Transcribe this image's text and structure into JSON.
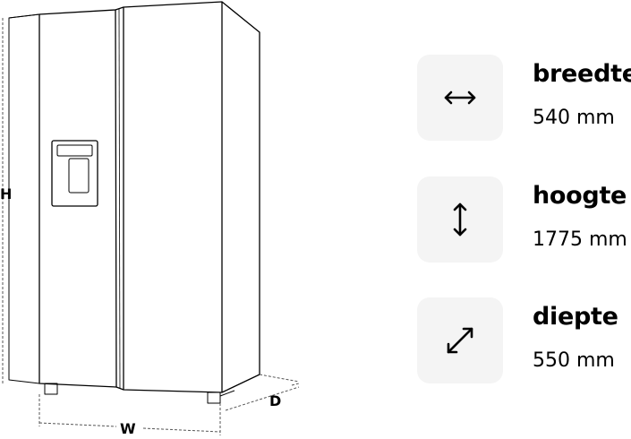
{
  "drawing": {
    "height_label": "H",
    "width_label": "W",
    "depth_label": "D"
  },
  "specs": [
    {
      "label": "breedte",
      "value": "540 mm",
      "icon": "horizontal-arrow-icon"
    },
    {
      "label": "hoogte",
      "value": "1775 mm",
      "icon": "vertical-arrow-icon"
    },
    {
      "label": "diepte",
      "value": "550 mm",
      "icon": "diagonal-arrow-icon"
    }
  ]
}
